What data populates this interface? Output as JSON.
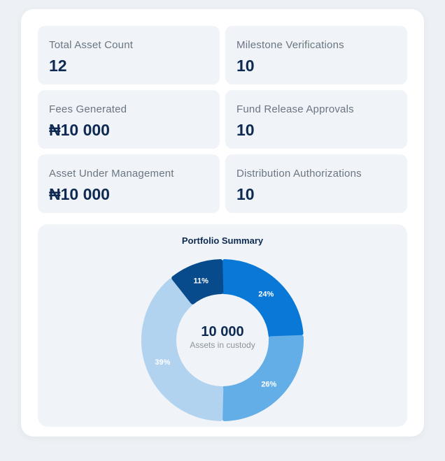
{
  "stats": [
    {
      "label": "Total Asset Count",
      "value": "12"
    },
    {
      "label": "Milestone Verifications",
      "value": "10"
    },
    {
      "label": "Fees Generated",
      "value": "₦10 000"
    },
    {
      "label": "Fund Release Approvals",
      "value": "10"
    },
    {
      "label": "Asset Under Management",
      "value": "₦10 000"
    },
    {
      "label": "Distribution Authorizations",
      "value": "10"
    }
  ],
  "portfolio": {
    "title": "Portfolio Summary",
    "center_value": "10 000",
    "center_label": "Assets in custody"
  },
  "chart_data": {
    "type": "pie",
    "title": "Portfolio Summary",
    "slices": [
      {
        "label": "24%",
        "value": 24,
        "color": "#0a78d6"
      },
      {
        "label": "26%",
        "value": 26,
        "color": "#64aee8"
      },
      {
        "label": "39%",
        "value": 39,
        "color": "#b1d3f0"
      },
      {
        "label": "11%",
        "value": 11,
        "color": "#084b8c"
      }
    ]
  }
}
